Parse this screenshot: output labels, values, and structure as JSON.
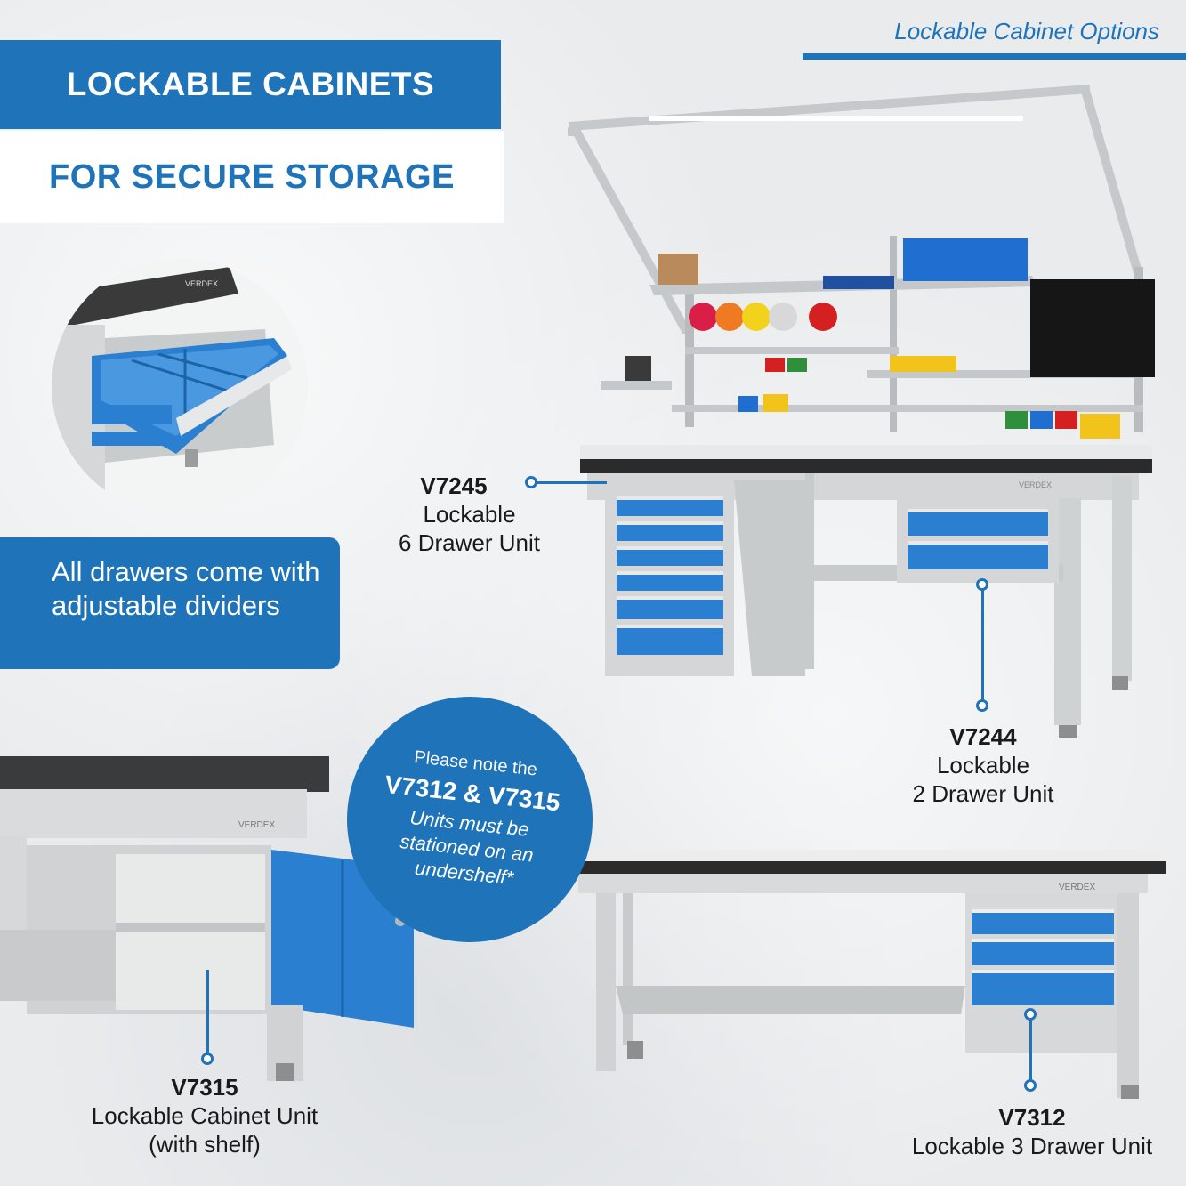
{
  "header": {
    "title": "LOCKABLE CABINETS",
    "subtitle": "FOR SECURE STORAGE",
    "section_tag": "Lockable Cabinet Options"
  },
  "info_box": {
    "text": "All drawers come with adjustable dividers"
  },
  "note_circle": {
    "line1": "Please note the",
    "line2": "V7312 & V7315",
    "line3": "Units must be stationed on an undershelf*"
  },
  "products": [
    {
      "code": "V7245",
      "name_line1": "Lockable",
      "name_line2": "6 Drawer Unit"
    },
    {
      "code": "V7244",
      "name_line1": "Lockable",
      "name_line2": "2 Drawer Unit"
    },
    {
      "code": "V7315",
      "name_line1": "Lockable Cabinet Unit",
      "name_line2": "(with shelf)"
    },
    {
      "code": "V7312",
      "name_line1": "Lockable 3 Drawer Unit",
      "name_line2": ""
    }
  ],
  "brand": "VERDEX",
  "colors": {
    "accent": "#1f73b9",
    "drawer_blue": "#2a7fd0",
    "frame_grey": "#cfd2d3"
  }
}
